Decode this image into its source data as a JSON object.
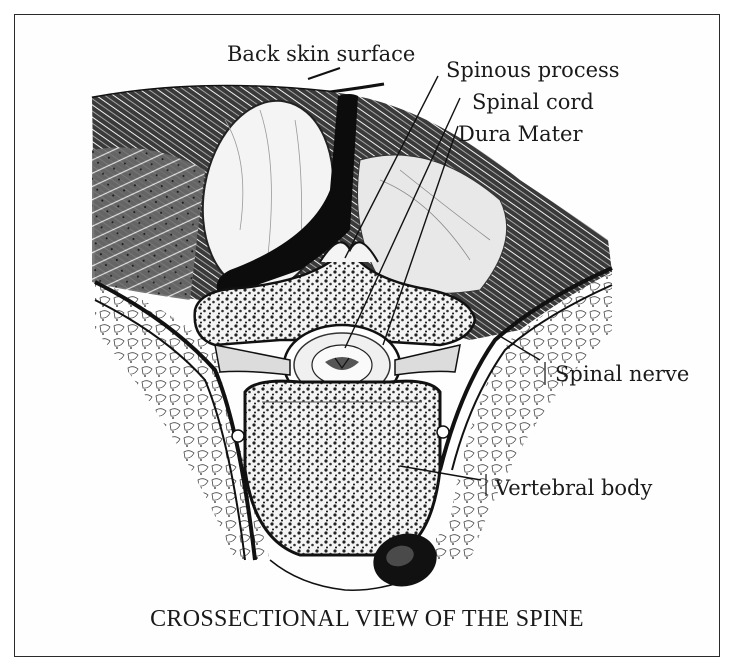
{
  "diagram": {
    "caption": "CROSSECTIONAL VIEW OF THE SPINE",
    "labels": {
      "back_skin_surface": "Back skin surface",
      "spinous_process": "Spinous process",
      "spinal_cord": "Spinal cord",
      "dura_mater": "Dura Mater",
      "spinal_nerve": "Spinal nerve",
      "vertebral_body": "Vertebral body"
    }
  },
  "colors": {
    "ink": "#1a1a1a",
    "paper": "#ffffff"
  }
}
